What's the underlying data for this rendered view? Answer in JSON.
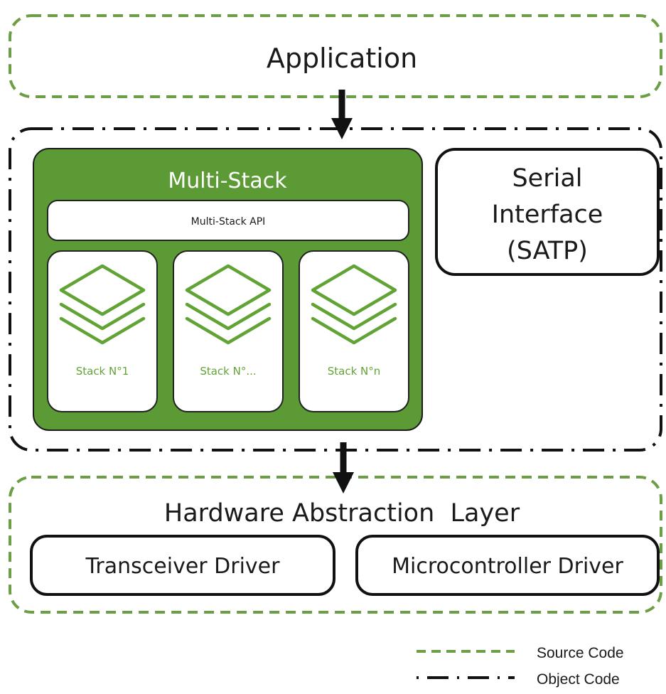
{
  "application": {
    "label": "Application"
  },
  "multistack": {
    "title": "Multi-Stack",
    "api_label": "Multi-Stack API",
    "stacks": [
      "Stack N°1",
      "Stack N°...",
      "Stack N°n"
    ]
  },
  "serial_interface": {
    "lines": [
      "Serial",
      "Interface",
      "(SATP)"
    ]
  },
  "hal": {
    "title": "Hardware Abstraction  Layer",
    "drivers": [
      "Transceiver Driver",
      "Microcontroller Driver"
    ]
  },
  "legend": {
    "source_code": "Source Code",
    "object_code": "Object Code"
  },
  "colors": {
    "green_fill": "#5b9a34",
    "green_dash": "#6c9e45",
    "green_icon": "#62a336",
    "black": "#111111"
  }
}
